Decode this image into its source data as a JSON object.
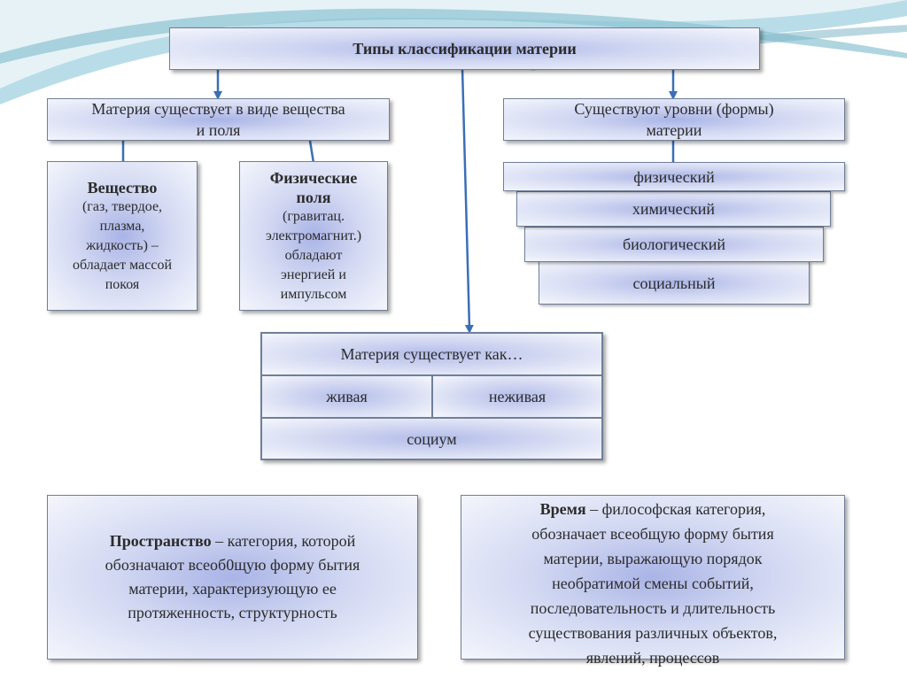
{
  "title": "Типы классификации материи",
  "branch_left": {
    "line1": "Материя существует в виде вещества",
    "line2": "и поля"
  },
  "substance": {
    "heading": "Вещество",
    "lines": [
      "(газ, твердое,",
      "плазма,",
      "жидкость) –",
      "обладает массой",
      "покоя"
    ]
  },
  "fields": {
    "heading1": "Физические",
    "heading2": "поля",
    "lines": [
      "(гравитац.",
      "электромагнит.)",
      "обладают",
      "энергией и",
      "импульсом"
    ]
  },
  "branch_right": {
    "line1": "Существуют уровни (формы)",
    "line2": "материи"
  },
  "levels": [
    "физический",
    "химический",
    "биологический",
    "социальный"
  ],
  "exists_as": {
    "header": "Материя существует как…",
    "living": "живая",
    "nonliving": "неживая",
    "society": "социум"
  },
  "space": {
    "term": "Пространство",
    "dash_text": " – категория, которой",
    "lines": [
      "обозначают всеоб0щую форму бытия",
      "материи, характеризующую ее",
      "протяженность, структурность"
    ]
  },
  "time": {
    "term": "Время",
    "dash_text": " – философская категория,",
    "lines": [
      "обозначает всеобщую форму бытия",
      "материи, выражающую порядок",
      "необратимой смены событий,",
      "последовательность и длительность",
      "существования различных объектов,",
      "явлений, процессов"
    ]
  },
  "colors": {
    "arrow": "#3a6fb7",
    "swoosh_light": "#cfe6ef",
    "swoosh_dark": "#7fb6c9"
  }
}
